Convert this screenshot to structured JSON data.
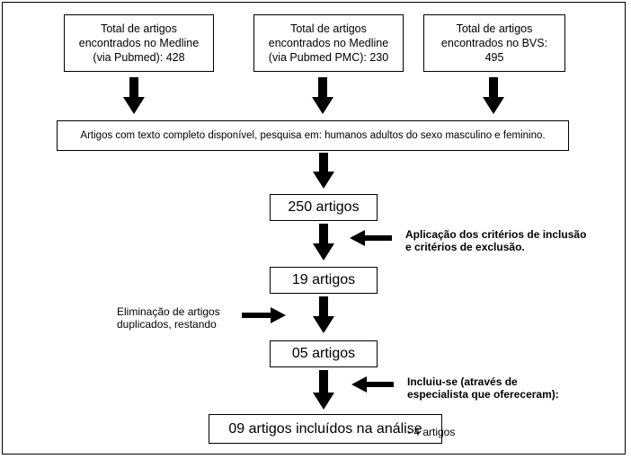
{
  "sources": [
    {
      "text": "Total de artigos\nencontrados no Medline\n(via Pubmed): 428"
    },
    {
      "text": "Total de artigos\nencontrados no Medline\n(via Pubmed PMC): 230"
    },
    {
      "text": "Total de artigos\nencontrados no BVS:\n495"
    }
  ],
  "filter": {
    "text": "Artigos com texto completo disponível, pesquisa em: humanos adultos do sexo masculino e feminino."
  },
  "steps": {
    "step1": "250 artigos",
    "step2": "19 artigos",
    "step3": "05 artigos",
    "final": "09 artigos incluídos na análise"
  },
  "notes": {
    "criteria": "Aplicação dos critérios de inclusão\ne critérios de exclusão.",
    "duplicates": "Eliminação de artigos\nduplicados, restando",
    "specialist_bold": "Incluiu-se (através de\nespecialista que ofereceram):",
    "specialist_plain": "- 4 artigos"
  }
}
